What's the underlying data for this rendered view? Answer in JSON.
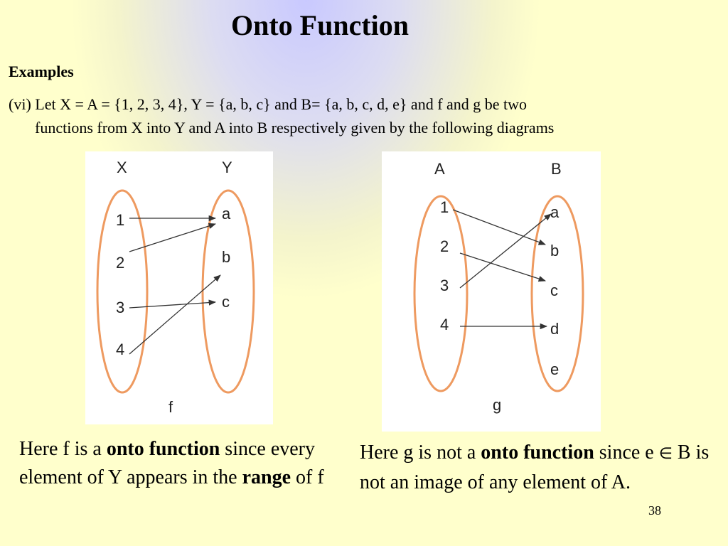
{
  "slide": {
    "title": "Onto Function",
    "section_heading": "Examples",
    "problem_line1": "(vi) Let X = A = {1, 2, 3, 4}, Y = {a, b, c} and B= {a, b, c, d, e} and f and g be two",
    "problem_line2": "functions from X into Y and A into B respectively given by the following diagrams",
    "page_number": "38"
  },
  "diagram_f": {
    "domain_label": "X",
    "codomain_label": "Y",
    "domain": [
      "1",
      "2",
      "3",
      "4"
    ],
    "codomain": [
      "a",
      "b",
      "c"
    ],
    "mapping": [
      [
        "1",
        "a"
      ],
      [
        "2",
        "a"
      ],
      [
        "3",
        "c"
      ],
      [
        "4",
        "b"
      ]
    ],
    "function_label": "f",
    "oval_color": "#ee9a60"
  },
  "diagram_g": {
    "domain_label": "A",
    "codomain_label": "B",
    "domain": [
      "1",
      "2",
      "3",
      "4"
    ],
    "codomain": [
      "a",
      "b",
      "c",
      "d",
      "e"
    ],
    "mapping": [
      [
        "1",
        "b"
      ],
      [
        "2",
        "c"
      ],
      [
        "3",
        "a"
      ],
      [
        "4",
        "d"
      ]
    ],
    "function_label": "g",
    "oval_color": "#ee9a60"
  },
  "caption_f": {
    "part1": "Here f is a ",
    "bold1": "onto function",
    "part2": " since every element of Y appears in the ",
    "bold2": "range",
    "part3": " of f"
  },
  "caption_g": {
    "part1": "Here g is not a ",
    "bold1": "onto function",
    "part2": " since e ",
    "symbol": "∈",
    "part3": " B is not an image of any element of A."
  }
}
